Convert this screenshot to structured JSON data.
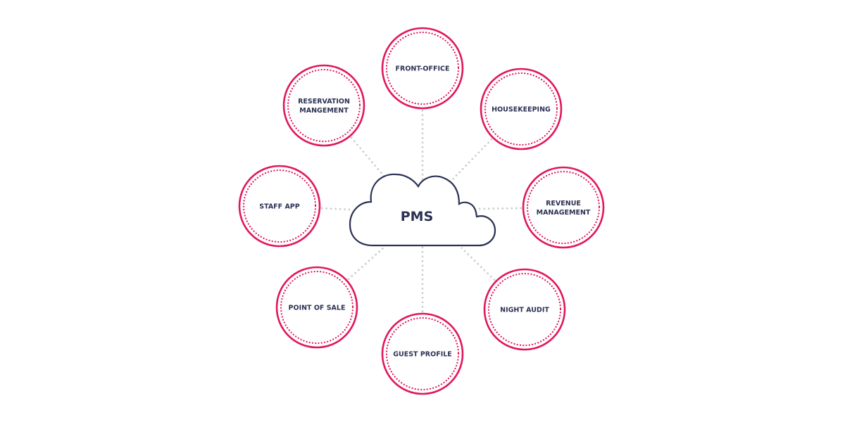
{
  "diagram": {
    "center": {
      "label": "PMS",
      "icon": "cloud-icon"
    },
    "colors": {
      "ring": "#e0185a",
      "text": "#2b3153",
      "cloud_stroke": "#2b3153",
      "connector": "#cccccc"
    },
    "nodes": [
      {
        "id": "front-office",
        "lines": [
          "FRONT-OFFICE"
        ]
      },
      {
        "id": "housekeeping",
        "lines": [
          "HOUSEKEEPING"
        ]
      },
      {
        "id": "revenue-management",
        "lines": [
          "REVENUE",
          "MANAGEMENT"
        ]
      },
      {
        "id": "night-audit",
        "lines": [
          "NIGHT AUDIT"
        ]
      },
      {
        "id": "guest-profile",
        "lines": [
          "GUEST PROFILE"
        ]
      },
      {
        "id": "point-of-sale",
        "lines": [
          "POINT OF SALE"
        ]
      },
      {
        "id": "staff-app",
        "lines": [
          "STAFF APP"
        ]
      },
      {
        "id": "reservation-management",
        "lines": [
          "RESERVATION",
          "MANGEMENT"
        ]
      }
    ]
  }
}
